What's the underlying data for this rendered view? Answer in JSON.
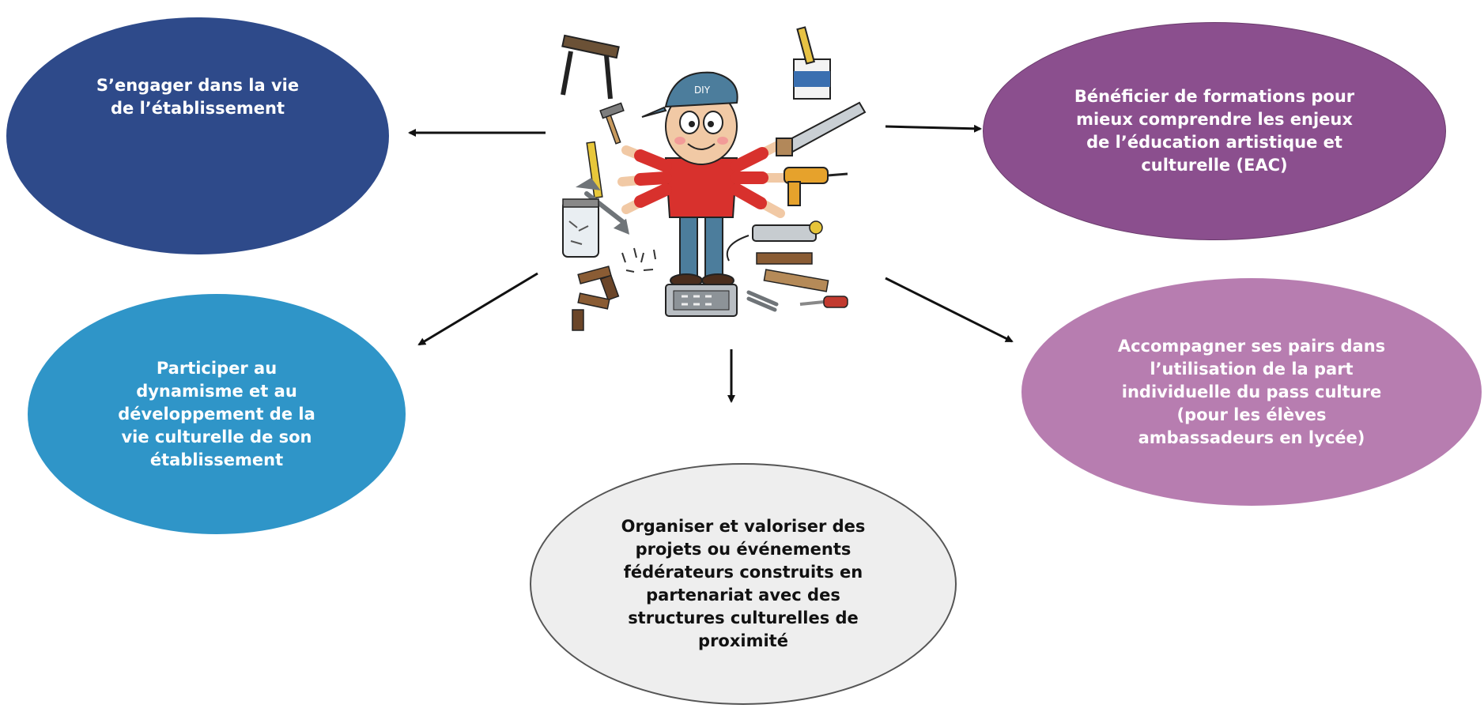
{
  "nodes": {
    "engage": "S’engager dans la vie\nde l’établissement",
    "formation": "Bénéficier de formations pour\nmieux comprendre les enjeux\nde l’éducation artistique et\nculturelle  (EAC)",
    "participer": "Participer au\ndynamisme et au\ndéveloppement de la\nvie culturelle de son\nétablissement",
    "accompagner": "Accompagner ses pairs dans\nl’utilisation  de la part\nindividuelle  du pass culture\n(pour les élèves\nambassadeurs en lycée)",
    "organiser": "Organiser et valoriser des\nprojets ou événements\nfédérateurs construits en\npartenariat avec des\nstructures culturelles de\nproximité"
  },
  "illustration": {
    "cap_text": "DIY"
  },
  "colors": {
    "engage": "#2e4a8a",
    "formation": "#8b4f8e",
    "participer": "#2f95c8",
    "accompagner": "#b77db0",
    "organiser": "#eeeeee",
    "arrow": "#111111"
  }
}
